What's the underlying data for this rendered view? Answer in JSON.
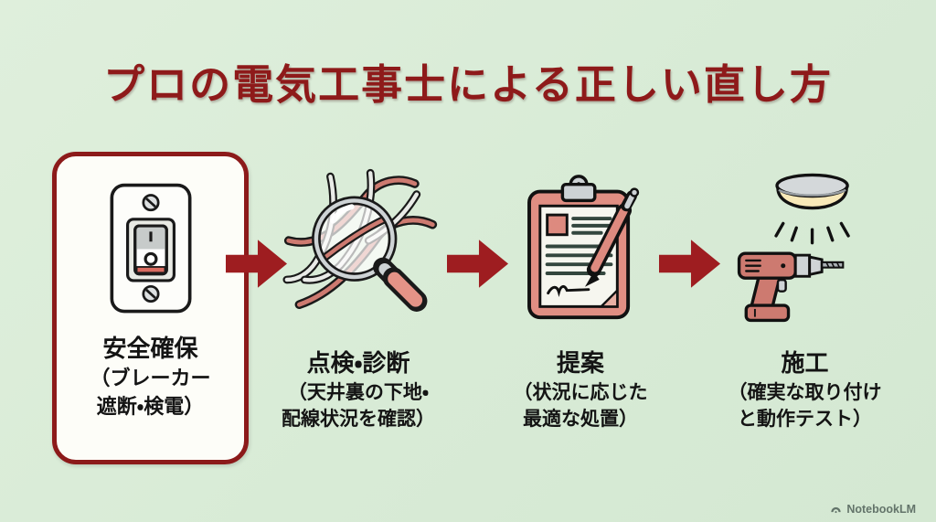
{
  "title": "プロの電気工事士による正しい直し方",
  "steps": [
    {
      "name": "安全確保",
      "sub1": "（ブレーカー",
      "sub2": "遮断・検電）",
      "icon": "light-switch-icon"
    },
    {
      "name": "点検・診断",
      "sub1": "（天井裏の下地・",
      "sub2": "配線状況を確認）",
      "icon": "magnifier-wires-icon"
    },
    {
      "name": "提案",
      "sub1": "（状況に応じた",
      "sub2": "最適な処置）",
      "icon": "clipboard-pen-icon"
    },
    {
      "name": "施工",
      "sub1": "（確実な取り付け",
      "sub2": "と動作テスト）",
      "icon": "drill-ceiling-light-icon"
    }
  ],
  "watermark": {
    "label": "NotebookLM"
  },
  "colors": {
    "background": "#dcedda",
    "accent_red": "#9e1d20",
    "border_red": "#8c1a1a",
    "title_red": "#8e1a1a",
    "icon_salmon": "#cd7a70",
    "icon_gray": "#cfd4d6",
    "light_warm": "#f8e9b8",
    "text": "#141414",
    "watermark_gray": "#63746a"
  }
}
